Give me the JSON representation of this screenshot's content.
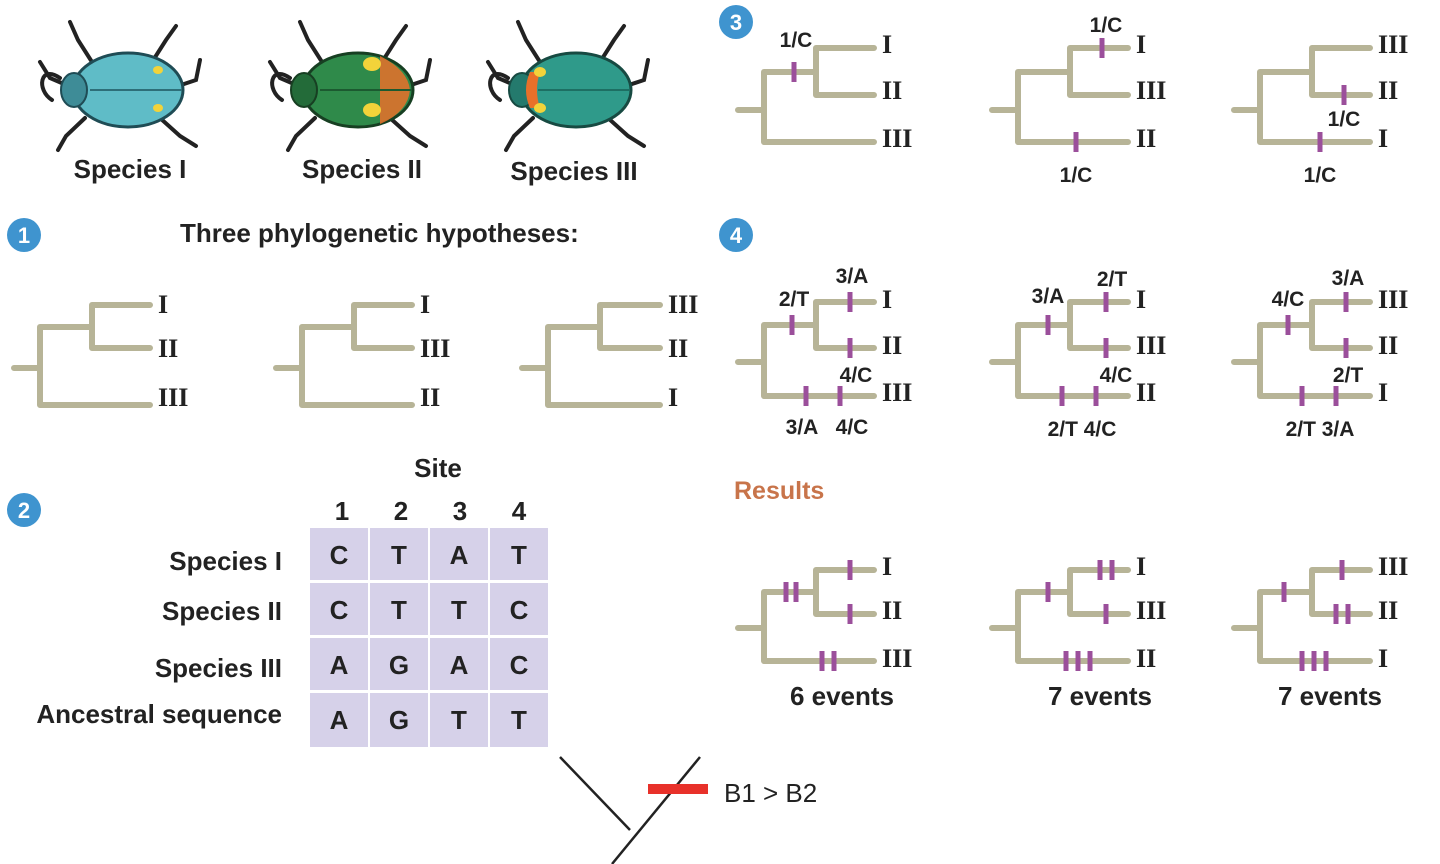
{
  "species": [
    "Species I",
    "Species II",
    "Species III"
  ],
  "sections": {
    "step1": "1",
    "step2": "2",
    "step3": "3",
    "step4": "4",
    "hypotheses_title": "Three phylogenetic hypotheses:",
    "results_title": "Results"
  },
  "hypotheses": [
    {
      "tips": [
        "I",
        "II",
        "III"
      ]
    },
    {
      "tips": [
        "I",
        "III",
        "II"
      ]
    },
    {
      "tips": [
        "III",
        "II",
        "I"
      ]
    }
  ],
  "table": {
    "site_label": "Site",
    "site_numbers": [
      "1",
      "2",
      "3",
      "4"
    ],
    "rows": [
      {
        "label": "Species I",
        "values": [
          "C",
          "T",
          "A",
          "T"
        ]
      },
      {
        "label": "Species II",
        "values": [
          "C",
          "T",
          "T",
          "C"
        ]
      },
      {
        "label": "Species III",
        "values": [
          "A",
          "G",
          "A",
          "C"
        ]
      },
      {
        "label": "Ancestral sequence",
        "values": [
          "A",
          "G",
          "T",
          "T"
        ]
      }
    ]
  },
  "step3_trees": [
    {
      "tips": [
        "I",
        "II",
        "III"
      ],
      "labels": [
        "1/C"
      ]
    },
    {
      "tips": [
        "I",
        "III",
        "II"
      ],
      "labels": [
        "1/C",
        "1/C"
      ]
    },
    {
      "tips": [
        "III",
        "II",
        "I"
      ],
      "labels": [
        "1/C",
        "1/C"
      ]
    }
  ],
  "step4_trees": [
    {
      "tips": [
        "I",
        "II",
        "III"
      ],
      "labels": [
        "2/T",
        "3/A",
        "4/C",
        "3/A",
        "4/C"
      ]
    },
    {
      "tips": [
        "I",
        "III",
        "II"
      ],
      "labels": [
        "3/A",
        "2/T",
        "4/C",
        "2/T 4/C"
      ]
    },
    {
      "tips": [
        "III",
        "II",
        "I"
      ],
      "labels": [
        "4/C",
        "3/A",
        "2/T",
        "2/T 3/A"
      ]
    }
  ],
  "results": [
    {
      "tips": [
        "I",
        "II",
        "III"
      ],
      "events": "6 events"
    },
    {
      "tips": [
        "I",
        "III",
        "II"
      ],
      "events": "7 events"
    },
    {
      "tips": [
        "III",
        "II",
        "I"
      ],
      "events": "7 events"
    }
  ],
  "inset": {
    "label": "B1 > B2",
    "bar_color": "#e8312a"
  },
  "colors": {
    "branch": "#b7b497",
    "mutation_mark": "#9b4f9b",
    "badge": "#3f94cf",
    "results_title": "#c8744a",
    "table_cell": "#d6d1e9",
    "beetle_species1": "#5fbcc7",
    "beetle_species2": "#2f8a4a",
    "beetle_species3": "#2f9a8a"
  }
}
